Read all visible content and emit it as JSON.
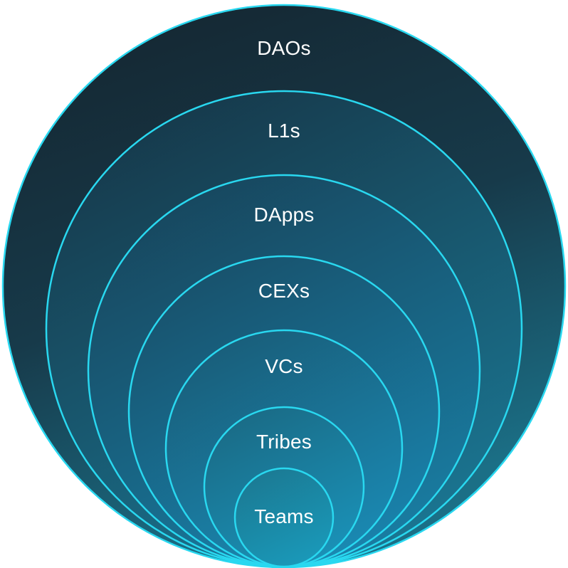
{
  "diagram": {
    "type": "nested-circles",
    "layers": [
      {
        "label": "DAOs"
      },
      {
        "label": "L1s"
      },
      {
        "label": "DApps"
      },
      {
        "label": "CEXs"
      },
      {
        "label": "VCs"
      },
      {
        "label": "Tribes"
      },
      {
        "label": "Teams"
      }
    ]
  },
  "colors": {
    "ring_stroke": "#29d8f0",
    "outer_fill_top": "#13232d",
    "outer_fill_bottom": "#1b7891",
    "inner_fill_top": "#1f6f86",
    "inner_fill_bottom": "#1aa0b5",
    "label": "#ffffff"
  }
}
